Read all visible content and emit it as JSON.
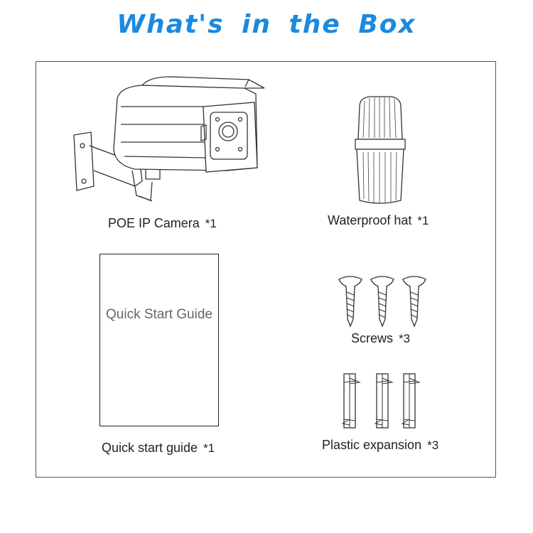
{
  "title": "What's in the Box",
  "items": {
    "camera": {
      "name": "POE IP Camera",
      "qty": "*1"
    },
    "hat": {
      "name": "Waterproof hat",
      "qty": "*1"
    },
    "guide": {
      "name": "Quick start guide",
      "qty": "*1",
      "card_text": "Quick Start Guide"
    },
    "screws": {
      "name": "Screws",
      "qty": "*3"
    },
    "expansion": {
      "name": "Plastic expansion",
      "qty": "*3"
    }
  },
  "colors": {
    "title": "#1a8ae0",
    "border": "#555555",
    "text": "#222222"
  }
}
